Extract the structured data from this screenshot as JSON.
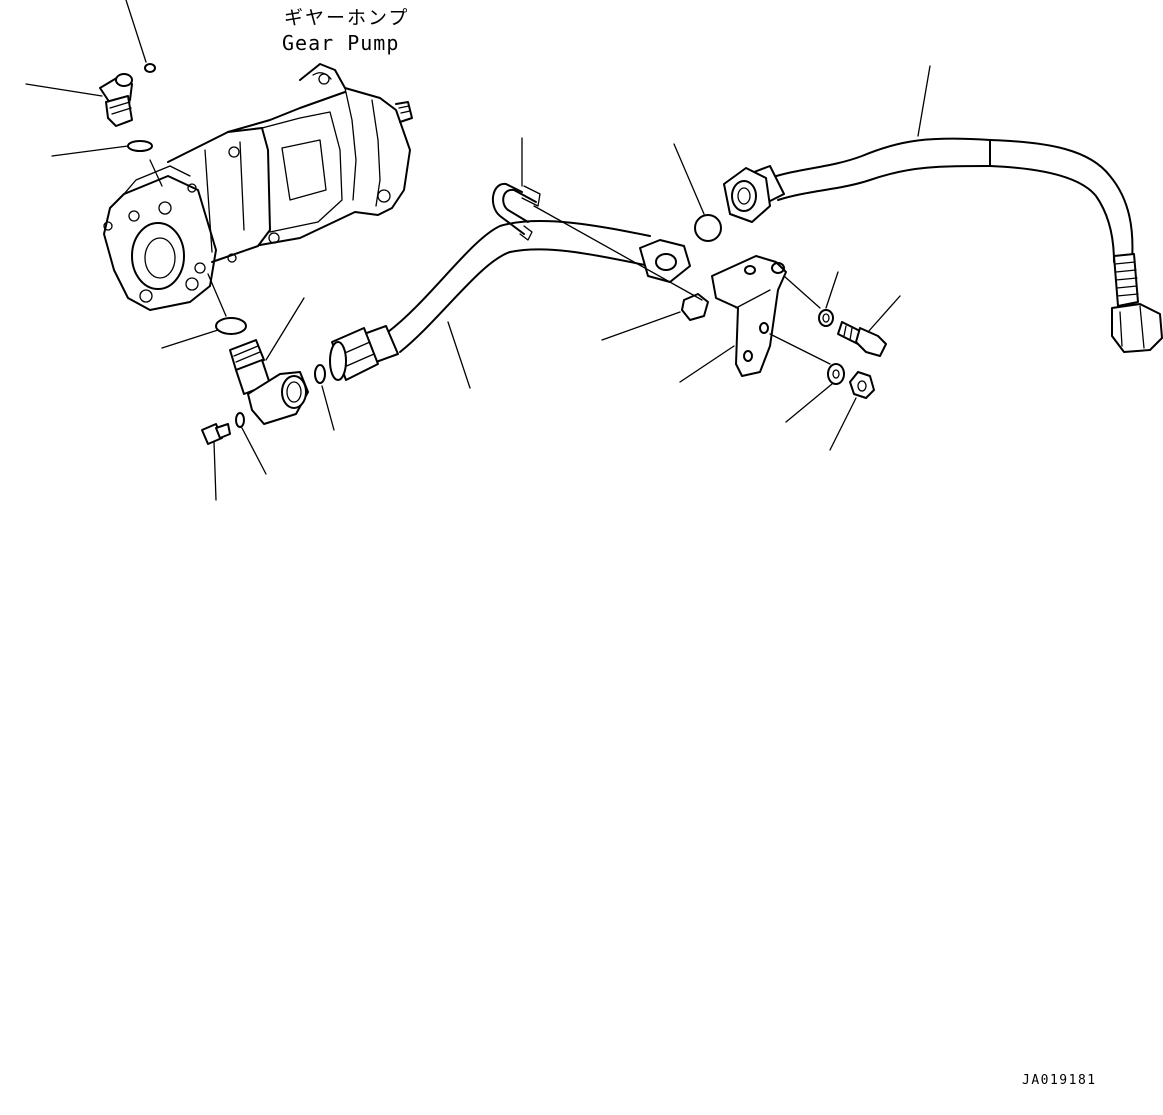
{
  "diagram": {
    "title_jp": "ギヤーホンプ",
    "title_en": "Gear Pump",
    "drawing_code": "JA019181"
  }
}
